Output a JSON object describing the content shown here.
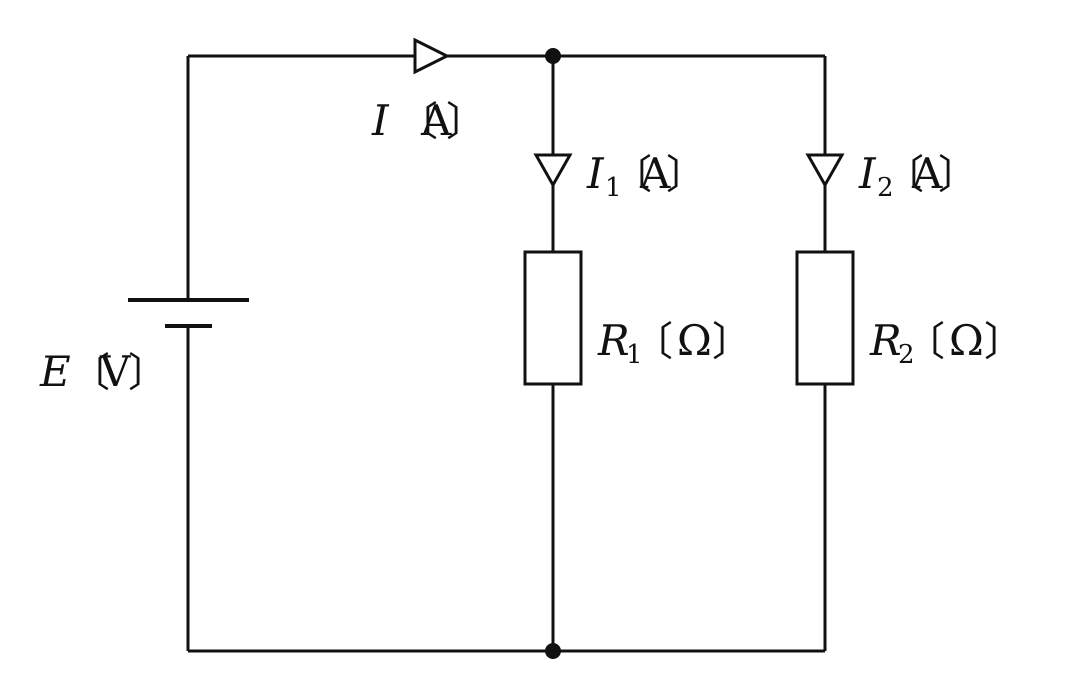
{
  "labels": {
    "source": {
      "symbol": "E",
      "unit": "V"
    },
    "total_current": {
      "symbol": "I",
      "unit": "A"
    },
    "branch1_current": {
      "symbol": "I",
      "sub": "1",
      "unit": "A"
    },
    "branch2_current": {
      "symbol": "I",
      "sub": "2",
      "unit": "A"
    },
    "resistor1": {
      "symbol": "R",
      "sub": "1",
      "unit": "Ω"
    },
    "resistor2": {
      "symbol": "R",
      "sub": "2",
      "unit": "Ω"
    }
  },
  "colors": {
    "line": "#111111",
    "background": "#ffffff"
  }
}
